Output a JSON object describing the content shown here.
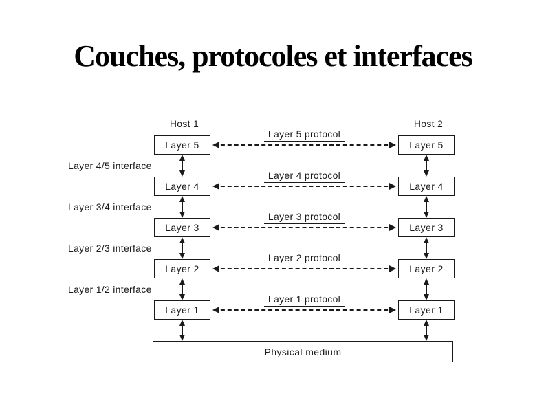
{
  "slide_title": "Couches, protocoles et interfaces",
  "diagram": {
    "hosts": {
      "host1": "Host 1",
      "host2": "Host 2"
    },
    "layers": [
      {
        "left": "Layer 5",
        "right": "Layer 5",
        "protocol": "Layer 5 protocol"
      },
      {
        "left": "Layer 4",
        "right": "Layer 4",
        "protocol": "Layer 4 protocol"
      },
      {
        "left": "Layer 3",
        "right": "Layer 3",
        "protocol": "Layer 3 protocol"
      },
      {
        "left": "Layer 2",
        "right": "Layer 2",
        "protocol": "Layer 2 protocol"
      },
      {
        "left": "Layer 1",
        "right": "Layer 1",
        "protocol": "Layer 1 protocol"
      }
    ],
    "interfaces": [
      {
        "label": "Layer 4/5 interface"
      },
      {
        "label": "Layer 3/4 interface"
      },
      {
        "label": "Layer 2/3 interface"
      },
      {
        "label": "Layer 1/2 interface"
      }
    ],
    "physical_medium": "Physical medium",
    "colors": {
      "background": "#ffffff",
      "line": "#1a1a1a",
      "title": "#000000"
    }
  }
}
